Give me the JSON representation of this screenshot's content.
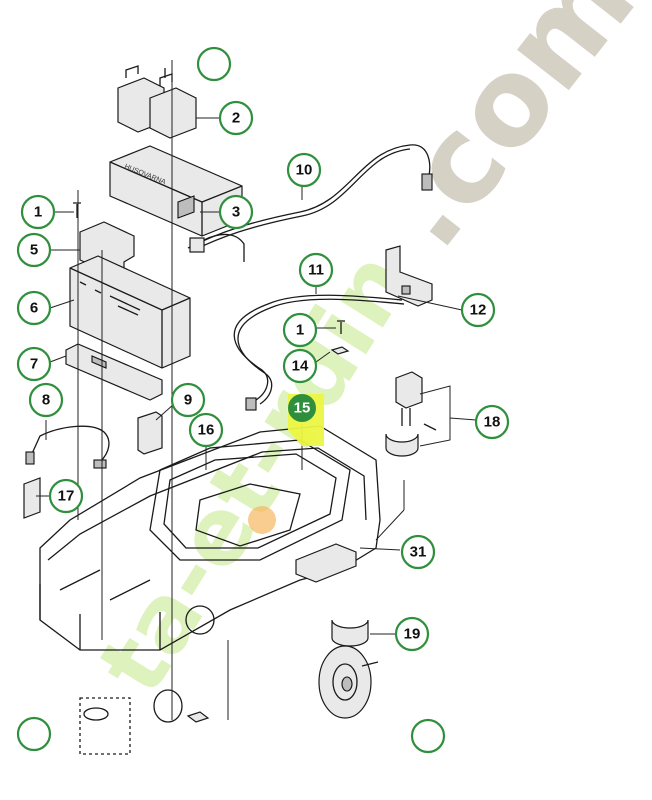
{
  "diagram": {
    "callouts": [
      {
        "id": "c2",
        "label": "2"
      },
      {
        "id": "c3",
        "label": "3"
      },
      {
        "id": "c10",
        "label": "10"
      },
      {
        "id": "c1a",
        "label": "1"
      },
      {
        "id": "c5",
        "label": "5"
      },
      {
        "id": "c6",
        "label": "6"
      },
      {
        "id": "c11",
        "label": "11"
      },
      {
        "id": "c12",
        "label": "12"
      },
      {
        "id": "c1b",
        "label": "1"
      },
      {
        "id": "c14",
        "label": "14"
      },
      {
        "id": "c7",
        "label": "7"
      },
      {
        "id": "c15",
        "label": "15"
      },
      {
        "id": "c8",
        "label": "8"
      },
      {
        "id": "c9",
        "label": "9"
      },
      {
        "id": "c16",
        "label": "16"
      },
      {
        "id": "c18",
        "label": "18"
      },
      {
        "id": "c17",
        "label": "17"
      },
      {
        "id": "c31",
        "label": "31"
      },
      {
        "id": "c19",
        "label": "19"
      }
    ],
    "highlight_color": "#ecf542",
    "callout_ring_color": "#2f8f3c",
    "highlighted_callout_fill": "#2f8f3c",
    "module_label": "HUSQVARNA"
  },
  "watermark": {
    "text_dark": ".com",
    "text_light": "ta-et-rdin",
    "color_dark": "#c9c3b6",
    "color_light": "#cfe9a3",
    "color_orange": "#f5b860"
  }
}
